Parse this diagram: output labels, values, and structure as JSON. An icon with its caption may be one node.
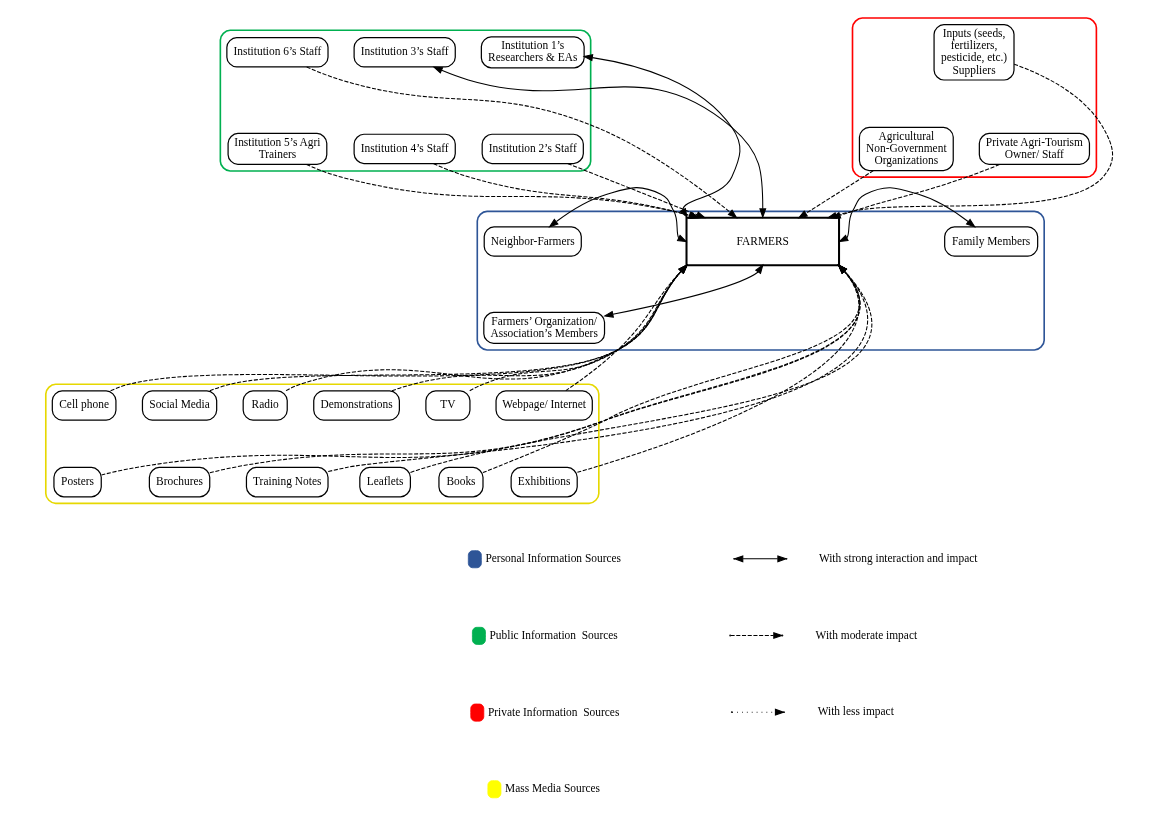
{
  "diagram": {
    "nodes": [
      {
        "text": [],
        "shape": "box"
      },
      {
        "text": [
          "Institution 1’s Researchers & EAs"
        ],
        "in": 0
      },
      {
        "text": [
          "Institution 3’s Staff"
        ],
        "in": 0
      },
      {
        "text": [
          "Institution 6’s Staff"
        ],
        "in": 0
      },
      {
        "text": [],
        "shape": "box"
      },
      {
        "text": [
          "Inputs (seeds, fertilizers, pesticide, etc.) Suppliers"
        ],
        "in": 4
      },
      {
        "text": [],
        "shape": "box"
      },
      {
        "text": [
          "Family Members"
        ],
        "in": 6
      },
      {
        "text": [
          "Institution 2’s Staff"
        ],
        "in": 0
      },
      {
        "text": [
          "Neighbor-Farmers"
        ],
        "in": 6
      },
      {
        "text": [
          "Private Agri-Tourism Owner/ Staff"
        ],
        "in": 4
      },
      {
        "text": [
          "Institution 4’s Staff"
        ],
        "in": 0
      },
      {
        "text": [
          "FARMERS"
        ],
        "in": 6
      },
      {
        "text": [
          "Agricultural Non-Government Organizations"
        ],
        "in": 4
      },
      {
        "text": [
          "Institution 5’s Agri Trainers"
        ],
        "in": 0
      },
      {
        "text": [],
        "shape": "box"
      },
      {
        "text": [
          "Webpage/ Internet"
        ],
        "in": 15
      },
      {
        "text": [
          "TV"
        ],
        "in": 15
      },
      {
        "text": [
          "Demonstrations"
        ],
        "in": 15
      },
      {
        "text": [
          "Farmers’ Organization/ Association’s Members"
        ],
        "in": 6
      },
      {
        "text": [
          "Radio"
        ],
        "in": 15
      },
      {
        "text": [
          "Exhibitions"
        ],
        "in": 15
      },
      {
        "text": [
          "Social Media"
        ],
        "in": 15
      },
      {
        "text": [
          "Cell phone"
        ],
        "in": 15
      },
      {
        "text": [
          "Books"
        ],
        "in": 15
      },
      {
        "text": [
          "Leaflets"
        ],
        "in": 15
      },
      {
        "text": [
          "Training Notes"
        ],
        "in": 15
      },
      {
        "text": [
          "Brochures"
        ],
        "in": 15
      },
      {
        "text": [
          "Posters"
        ],
        "in": 15
      }
    ],
    "edges": [
      {
        "from": 12,
        "to": 1,
        "arrow": "both"
      },
      {
        "from": 12,
        "to": 2,
        "arrow": "both"
      },
      {
        "from": 3,
        "to": 12,
        "arrow": "to",
        "style": "dashed"
      },
      {
        "from": 5,
        "to": 12,
        "arrow": "to",
        "style": "dashed"
      },
      {
        "from": 12,
        "to": 7,
        "arrow": "both"
      },
      {
        "from": 8,
        "to": 12,
        "arrow": "to",
        "style": "dashed"
      },
      {
        "from": 12,
        "to": 9,
        "arrow": "both"
      },
      {
        "from": 10,
        "to": 12,
        "arrow": "to",
        "style": "dashed"
      },
      {
        "from": 11,
        "to": 12,
        "arrow": "to",
        "style": "dashed"
      },
      {
        "from": 13,
        "to": 12,
        "arrow": "to",
        "style": "dashed"
      },
      {
        "from": 14,
        "to": 12,
        "arrow": "to",
        "style": "dashed"
      },
      {
        "from": 16,
        "to": 12,
        "arrow": "to",
        "style": "dashed"
      },
      {
        "from": 17,
        "to": 12,
        "arrow": "to",
        "style": "dashed"
      },
      {
        "from": 18,
        "to": 12,
        "arrow": "to",
        "style": "dashed"
      },
      {
        "from": 12,
        "to": 19,
        "arrow": "both"
      },
      {
        "from": 20,
        "to": 12,
        "arrow": "to",
        "style": "dashed"
      },
      {
        "from": 21,
        "to": 12,
        "arrow": "to",
        "style": "dashed"
      },
      {
        "from": 22,
        "to": 12,
        "arrow": "to",
        "style": "dashed"
      },
      {
        "from": 23,
        "to": 12,
        "arrow": "to",
        "style": "dashed"
      },
      {
        "from": 24,
        "to": 12,
        "arrow": "to",
        "style": "dashed"
      },
      {
        "from": 25,
        "to": 12,
        "arrow": "to",
        "style": "dashed"
      },
      {
        "from": 26,
        "to": 12,
        "arrow": "to",
        "style": "dashed"
      },
      {
        "from": 27,
        "to": 12,
        "arrow": "to",
        "style": "dashed"
      },
      {
        "from": 28,
        "to": 12,
        "arrow": "to",
        "style": "dashed"
      }
    ],
    "legend": [
      {
        "text": "Personal Information Sources",
        "color": "#2e5597"
      },
      {
        "text": "Public Information  Sources",
        "color": "#00b050"
      },
      {
        "text": "Private Information  Sources",
        "color": "#ff0000"
      },
      {
        "text": "Mass Media Sources",
        "color": "#ffff00"
      },
      {
        "text": "With strong interaction and impact"
      },
      {
        "text": "With moderate impact"
      },
      {
        "text": "With less impact"
      }
    ]
  }
}
